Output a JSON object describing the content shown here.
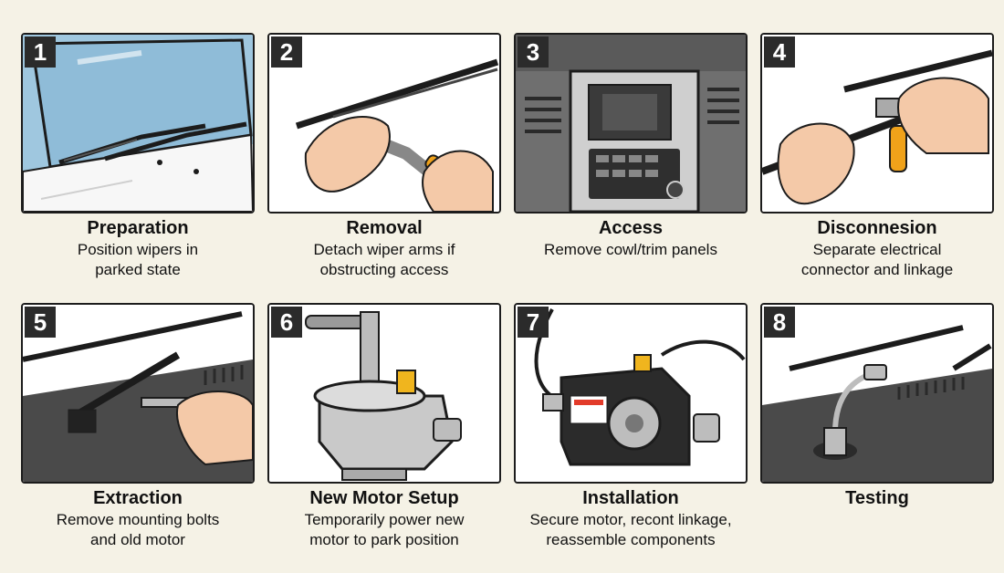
{
  "steps": [
    {
      "number": "1",
      "title": "Preparation",
      "description": [
        "Position wipers in",
        "parked state"
      ]
    },
    {
      "number": "2",
      "title": "Removal",
      "description": [
        "Detach wiper arms if",
        "obstructing access"
      ]
    },
    {
      "number": "3",
      "title": "Access",
      "description": [
        "Remove cowl/trim panels"
      ]
    },
    {
      "number": "4",
      "title": "Disconnesion",
      "description": [
        "Separate electrical",
        "connector and linkage"
      ]
    },
    {
      "number": "5",
      "title": "Extraction",
      "description": [
        "Remove mounting bolts",
        "and old motor"
      ]
    },
    {
      "number": "6",
      "title": "New Motor Setup",
      "description": [
        "Temporarily power new",
        "motor to park position"
      ]
    },
    {
      "number": "7",
      "title": "Installation",
      "description": [
        "Secure motor, recont linkage,",
        "reassemble components"
      ]
    },
    {
      "number": "8",
      "title": "Testing",
      "description": []
    }
  ]
}
